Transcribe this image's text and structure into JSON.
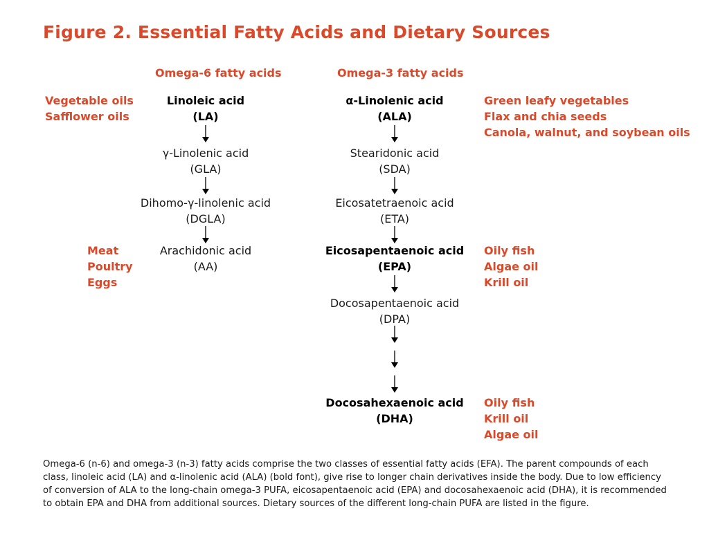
{
  "title": "Figure 2. Essential Fatty Acids and Dietary Sources",
  "columns": {
    "omega6_header": "Omega-6 fatty acids",
    "omega3_header": "Omega-3 fatty acids"
  },
  "omega6": [
    {
      "name": "Linoleic acid",
      "abbr": "(LA)",
      "bold": true
    },
    {
      "name": "γ-Linolenic acid",
      "abbr": "(GLA)",
      "bold": false
    },
    {
      "name": "Dihomo-γ-linolenic acid",
      "abbr": "(DGLA)",
      "bold": false
    },
    {
      "name": "Arachidonic acid",
      "abbr": "(AA)",
      "bold": false
    }
  ],
  "omega3": [
    {
      "name": "α-Linolenic acid",
      "abbr": "(ALA)",
      "bold": true
    },
    {
      "name": "Stearidonic acid",
      "abbr": "(SDA)",
      "bold": false
    },
    {
      "name": "Eicosatetraenoic acid",
      "abbr": "(ETA)",
      "bold": false
    },
    {
      "name": "Eicosapentaenoic acid",
      "abbr": "(EPA)",
      "bold": true
    },
    {
      "name": "Docosapentaenoic acid",
      "abbr": "(DPA)",
      "bold": false
    },
    {
      "name": "Docosahexaenoic acid",
      "abbr": "(DHA)",
      "bold": true
    }
  ],
  "sources": {
    "la": [
      "Vegetable oils",
      "Safflower oils"
    ],
    "aa": [
      "Meat",
      "Poultry",
      "Eggs"
    ],
    "ala": [
      "Green leafy vegetables",
      "Flax and chia seeds",
      "Canola, walnut, and soybean oils"
    ],
    "epa": [
      "Oily fish",
      "Algae oil",
      "Krill oil"
    ],
    "dha": [
      "Oily fish",
      "Krill oil",
      "Algae oil"
    ]
  },
  "caption": "Omega-6 (n-6) and omega-3 (n-3) fatty acids comprise the two classes of essential fatty acids (EFA). The parent compounds of each class, linoleic acid (LA) and α-linolenic acid (ALA) (bold font), give rise to longer chain derivatives inside the body. Due to low efficiency of conversion of ALA to the long-chain omega-3 PUFA, eicosapentaenoic acid (EPA) and docosahexaenoic acid (DHA), it is recommended to obtain EPA and DHA from additional sources. Dietary sources of the different long-chain PUFA are listed in the figure.",
  "colors": {
    "accent": "#d9492a",
    "text": "#1a1a1a"
  }
}
